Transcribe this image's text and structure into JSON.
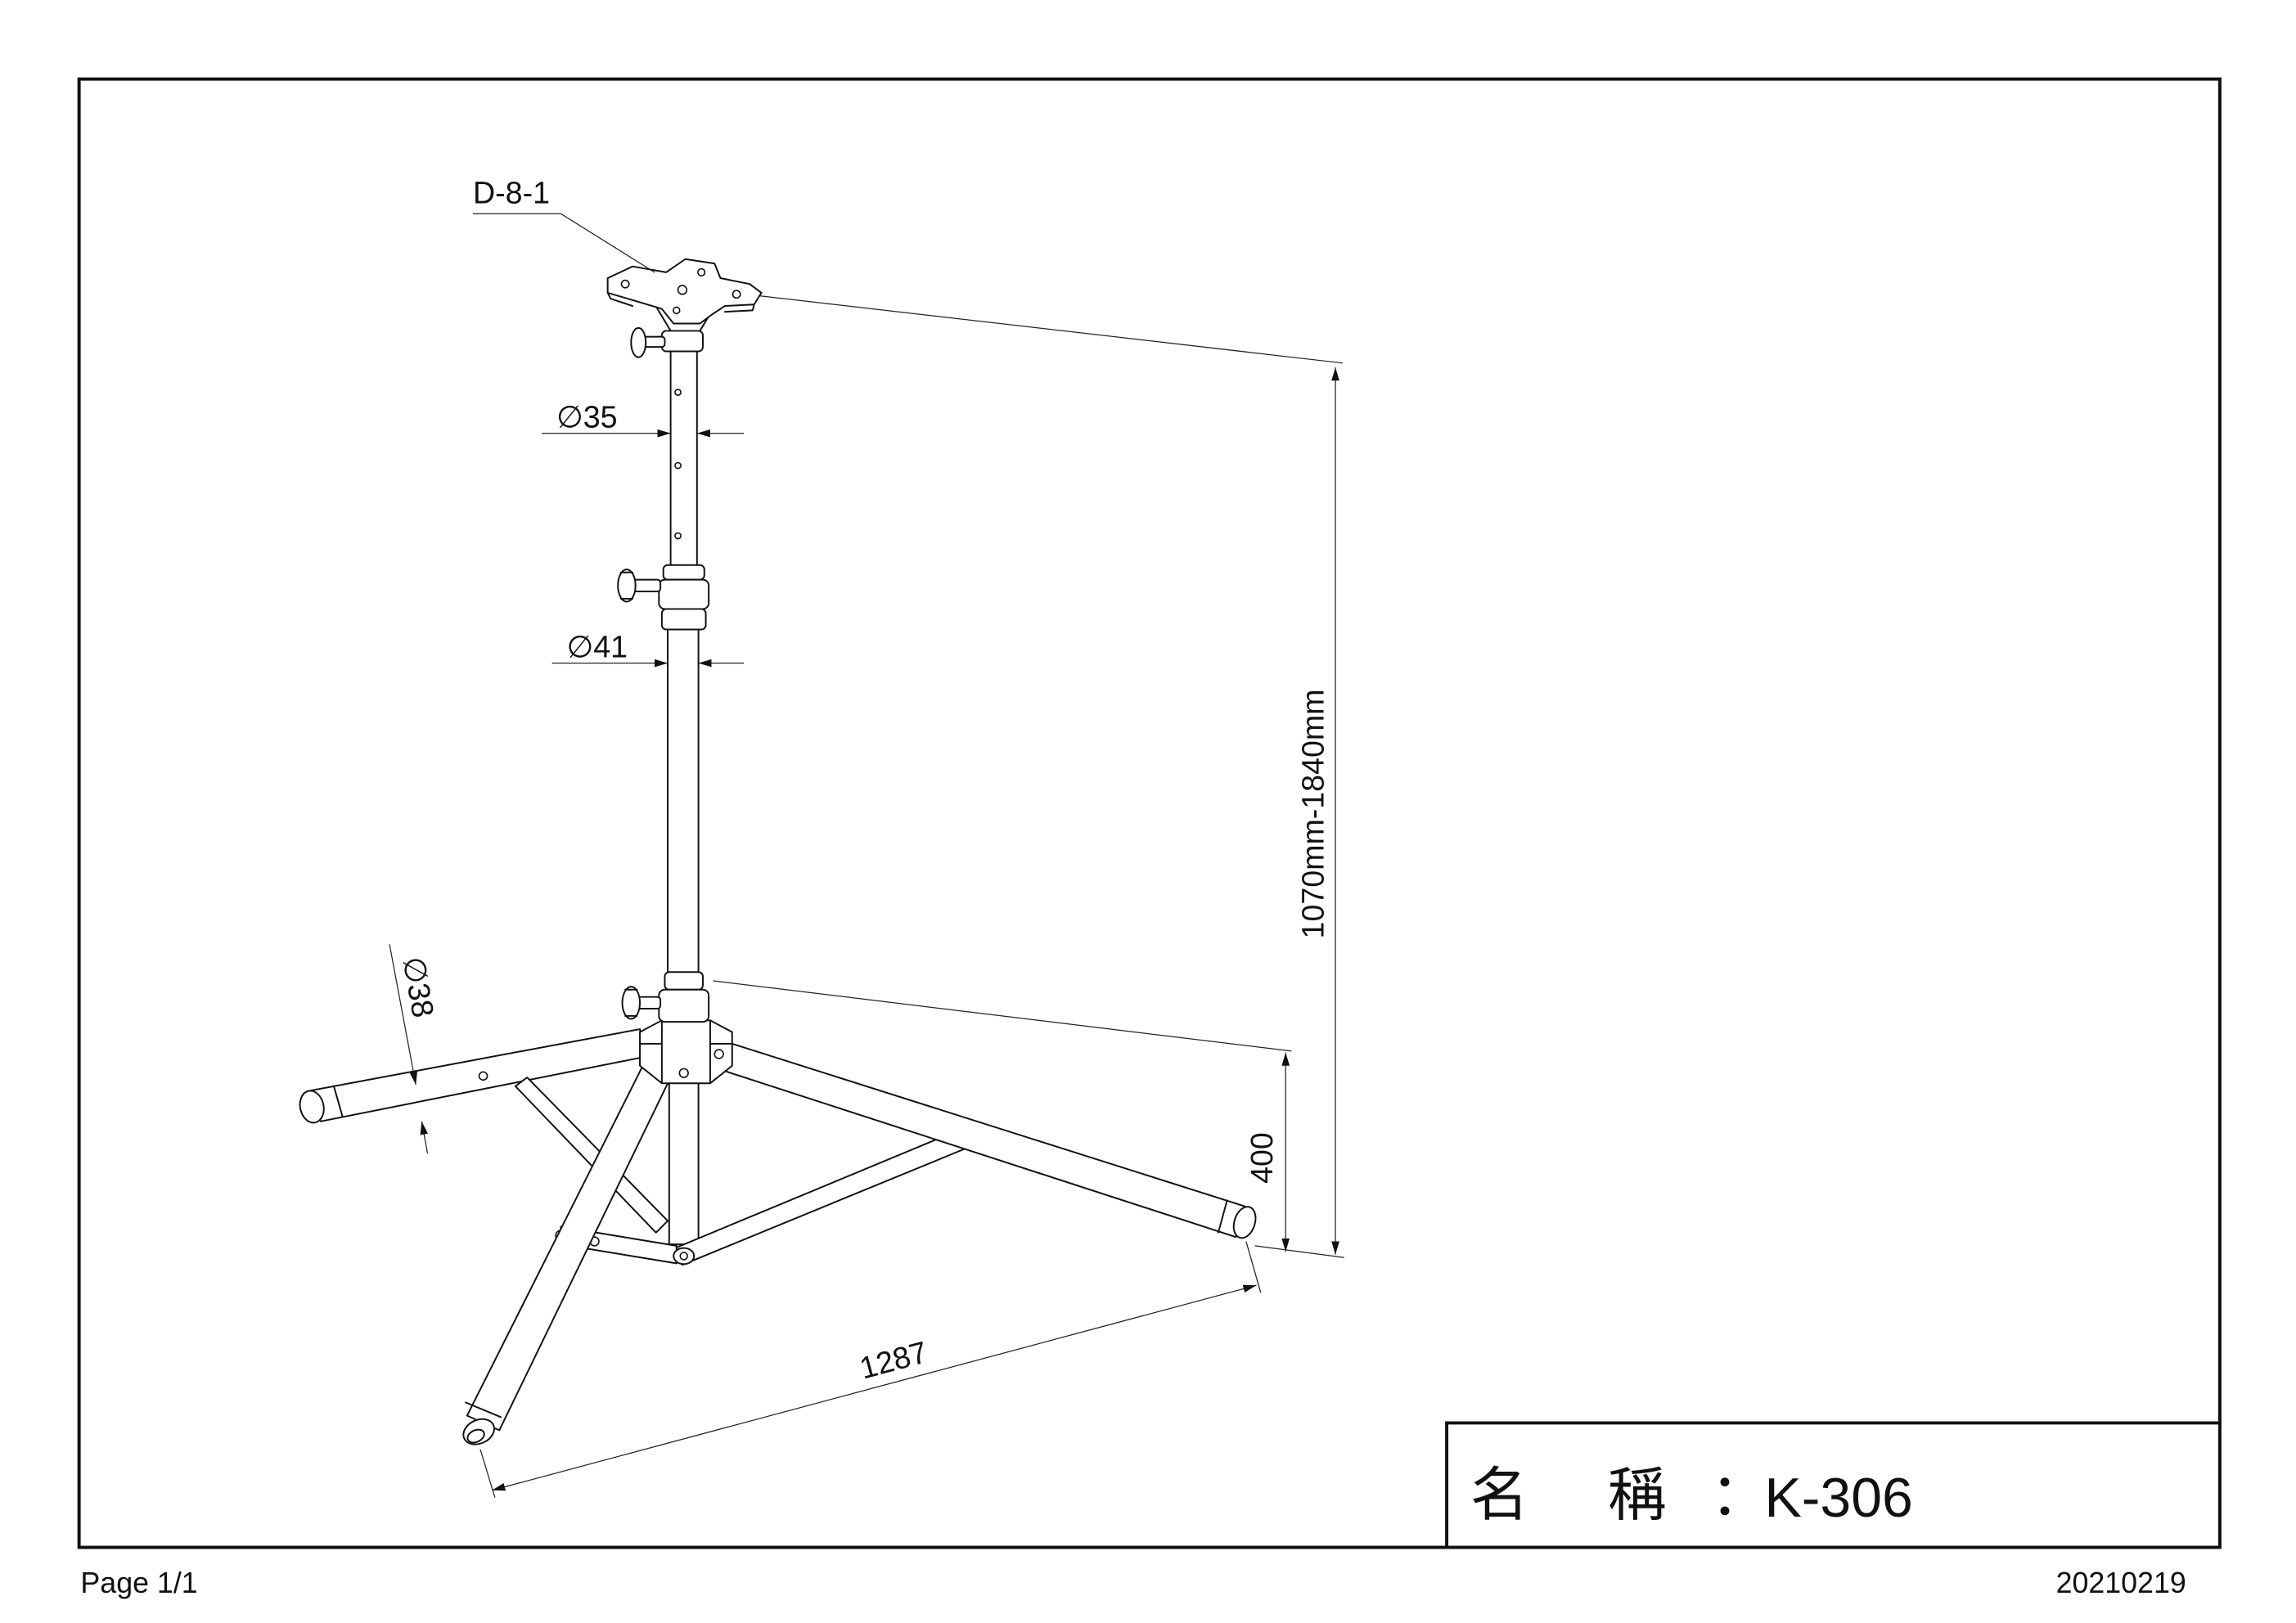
{
  "part_callout": "D-8-1",
  "dimensions": {
    "upper_tube_diameter": "∅35",
    "lower_tube_diameter": "∅41",
    "leg_tube_diameter": "∅38",
    "height_range": "1070mm-1840mm",
    "leg_height": "400",
    "base_span": "1287"
  },
  "title_block": {
    "label": "名　稱",
    "separator": "：",
    "model": "K-306"
  },
  "footer": {
    "page": "Page 1/1",
    "date_code": "20210219"
  }
}
